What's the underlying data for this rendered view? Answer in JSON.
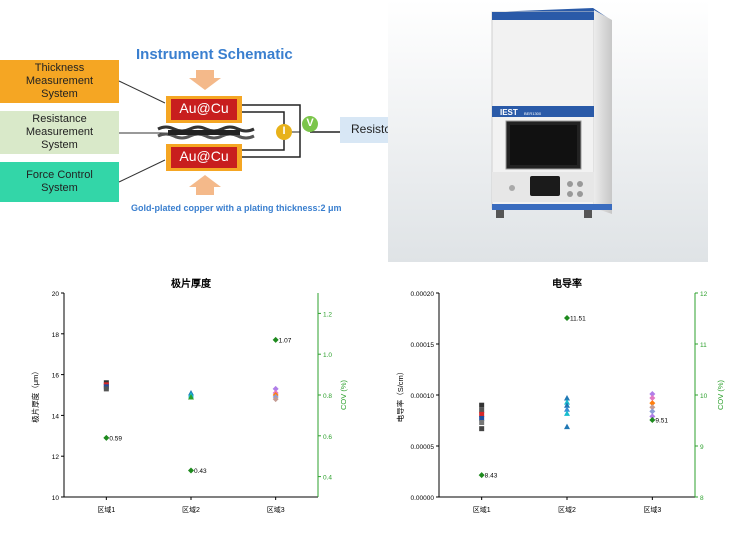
{
  "schematic": {
    "title": "Instrument Schematic",
    "systems": [
      {
        "label": "Thickness\nMeasurement\nSystem",
        "color": "#f5a623"
      },
      {
        "label": "Resistance\nMeasurement\nSystem",
        "color": "#d9e9c9"
      },
      {
        "label": "Force Control\nSystem",
        "color": "#33d6a8"
      }
    ],
    "electrode_top": "Au@Cu",
    "electrode_bottom": "Au@Cu",
    "meter_current": "I",
    "meter_voltage": "V",
    "resistor": "Resistor",
    "caption": "Gold-plated copper with a plating thickness:2 μm",
    "title_color": "#3a7fcf",
    "electrode_color": "#c81e1e",
    "resistor_color": "#d8e7f5"
  },
  "instrument": {
    "brand": "IEST",
    "model": "BER1300"
  },
  "chart_data": [
    {
      "type": "scatter",
      "title": "极片厚度",
      "ylabel": "极片厚度（μm）",
      "y2label": "COV (%)",
      "categories": [
        "区域1",
        "区域2",
        "区域3"
      ],
      "ylim": [
        10,
        20
      ],
      "yticks": [
        10,
        12,
        14,
        16,
        18,
        20
      ],
      "y2lim": [
        0.3,
        1.3
      ],
      "y2ticks": [
        0.4,
        0.6,
        0.8,
        1.0,
        1.2
      ],
      "points": [
        {
          "cat": 0,
          "y": 15.6,
          "color": "#333333",
          "shape": "square"
        },
        {
          "cat": 0,
          "y": 15.5,
          "color": "#d62728",
          "shape": "square"
        },
        {
          "cat": 0,
          "y": 15.4,
          "color": "#1f4e9e",
          "shape": "square"
        },
        {
          "cat": 0,
          "y": 15.3,
          "color": "#555555",
          "shape": "square"
        },
        {
          "cat": 1,
          "y": 15.1,
          "color": "#1f77b4",
          "shape": "triangle"
        },
        {
          "cat": 1,
          "y": 15.0,
          "color": "#17becf",
          "shape": "triangle"
        },
        {
          "cat": 1,
          "y": 14.9,
          "color": "#2ca02c",
          "shape": "triangle"
        },
        {
          "cat": 2,
          "y": 15.3,
          "color": "#b07ee8",
          "shape": "diamond"
        },
        {
          "cat": 2,
          "y": 15.1,
          "color": "#e377c2",
          "shape": "diamond"
        },
        {
          "cat": 2,
          "y": 15.0,
          "color": "#ff7f0e",
          "shape": "diamond"
        },
        {
          "cat": 2,
          "y": 14.9,
          "color": "#8c9cd6",
          "shape": "diamond"
        },
        {
          "cat": 2,
          "y": 14.8,
          "color": "#c49c94",
          "shape": "diamond"
        }
      ],
      "cov": [
        {
          "cat": 0,
          "y2": 0.59,
          "label": "0.59"
        },
        {
          "cat": 1,
          "y2": 0.43,
          "label": "0.43"
        },
        {
          "cat": 2,
          "y2": 1.07,
          "label": "1.07"
        }
      ]
    },
    {
      "type": "scatter",
      "title": "电导率",
      "ylabel": "电导率（S/cm）",
      "y2label": "COV (%)",
      "categories": [
        "区域1",
        "区域2",
        "区域3"
      ],
      "ylim": [
        0,
        0.0002
      ],
      "yticks": [
        "0.00000",
        "0.00005",
        "0.00010",
        "0.00015",
        "0.00020"
      ],
      "y2lim": [
        8,
        12
      ],
      "y2ticks": [
        8,
        9,
        10,
        11,
        12
      ],
      "points": [
        {
          "cat": 0,
          "y": 9e-05,
          "color": "#333333",
          "shape": "square"
        },
        {
          "cat": 0,
          "y": 8.5e-05,
          "color": "#555555",
          "shape": "square"
        },
        {
          "cat": 0,
          "y": 8.1e-05,
          "color": "#d62728",
          "shape": "square"
        },
        {
          "cat": 0,
          "y": 7.7e-05,
          "color": "#1f4e9e",
          "shape": "square"
        },
        {
          "cat": 0,
          "y": 7.3e-05,
          "color": "#777777",
          "shape": "square"
        },
        {
          "cat": 0,
          "y": 6.7e-05,
          "color": "#444444",
          "shape": "square"
        },
        {
          "cat": 1,
          "y": 9.7e-05,
          "color": "#1f77b4",
          "shape": "triangle"
        },
        {
          "cat": 1,
          "y": 9.3e-05,
          "color": "#17becf",
          "shape": "triangle"
        },
        {
          "cat": 1,
          "y": 9e-05,
          "color": "#1f77b4",
          "shape": "triangle"
        },
        {
          "cat": 1,
          "y": 8.6e-05,
          "color": "#3a8fd6",
          "shape": "triangle"
        },
        {
          "cat": 1,
          "y": 8.2e-05,
          "color": "#17becf",
          "shape": "triangle"
        },
        {
          "cat": 1,
          "y": 6.9e-05,
          "color": "#1f77b4",
          "shape": "triangle"
        },
        {
          "cat": 2,
          "y": 0.000101,
          "color": "#b07ee8",
          "shape": "diamond"
        },
        {
          "cat": 2,
          "y": 9.7e-05,
          "color": "#e377c2",
          "shape": "diamond"
        },
        {
          "cat": 2,
          "y": 9.2e-05,
          "color": "#ff7f0e",
          "shape": "diamond"
        },
        {
          "cat": 2,
          "y": 8.8e-05,
          "color": "#c49c94",
          "shape": "diamond"
        },
        {
          "cat": 2,
          "y": 8.4e-05,
          "color": "#8c9cd6",
          "shape": "diamond"
        },
        {
          "cat": 2,
          "y": 7.9e-05,
          "color": "#b07ee8",
          "shape": "diamond"
        }
      ],
      "cov": [
        {
          "cat": 0,
          "y2": 8.43,
          "label": "8.43"
        },
        {
          "cat": 1,
          "y2": 11.51,
          "label": "11.51"
        },
        {
          "cat": 2,
          "y2": 9.51,
          "label": "9.51"
        }
      ]
    }
  ]
}
